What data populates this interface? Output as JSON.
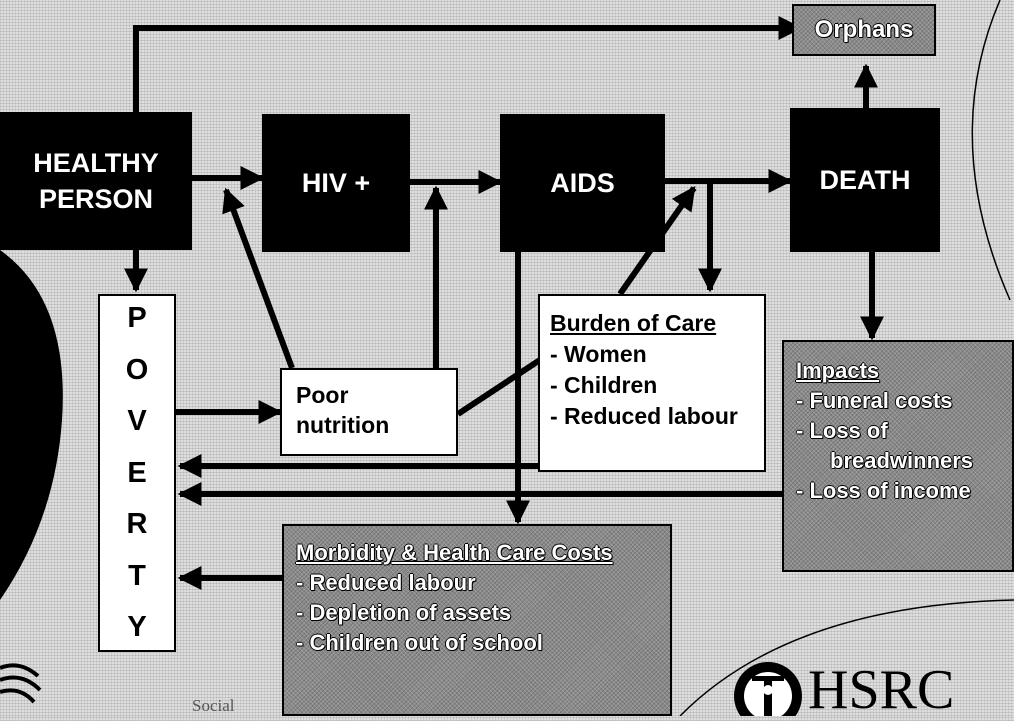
{
  "nodes": {
    "healthy_person": [
      "HEALTHY",
      "PERSON"
    ],
    "hiv": "HIV +",
    "aids": "AIDS",
    "death": "DEATH",
    "orphans": "Orphans",
    "poverty_letters": [
      "P",
      "O",
      "V",
      "E",
      "R",
      "T",
      "Y"
    ],
    "poor_nutrition": [
      "Poor",
      "nutrition"
    ]
  },
  "burden_of_care": {
    "heading": "Burden of Care",
    "items": [
      "- Women",
      "- Children",
      "- Reduced labour"
    ]
  },
  "impacts": {
    "heading": "Impacts",
    "items": [
      "- Funeral costs",
      "- Loss of",
      "breadwinners",
      "- Loss of income"
    ]
  },
  "morbidity": {
    "heading": "Morbidity & Health Care Costs",
    "items": [
      "- Reduced labour",
      "- Depletion of assets",
      "- Children out of school"
    ]
  },
  "footer": {
    "faded_text": "Social",
    "logo_text": "HSRC"
  },
  "colors": {
    "background": "#dedede",
    "block": "#000000",
    "box_fill": "#ffffff",
    "shaded_box": "#8a8a8a"
  }
}
